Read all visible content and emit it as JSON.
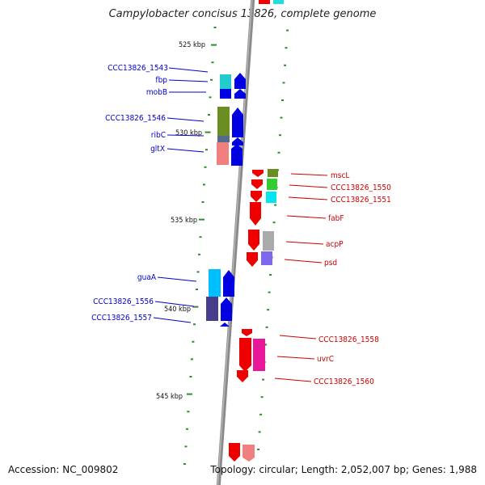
{
  "title": "Campylobacter concisus 13826, complete genome",
  "footer": {
    "accession": "Accession: NC_009802",
    "topology": "Topology: circular; Length: 2,052,007 bp; Genes: 1,988"
  },
  "colors": {
    "plus_strand_label": "#0000cc",
    "minus_strand_label": "#cc0000",
    "plus_arrow": "#0000e0",
    "minus_arrow": "#ee0000",
    "backbone": "#888888",
    "tick": "#2e8b2e"
  },
  "scale_labels": [
    "525 kbp",
    "530 kbp",
    "535 kbp",
    "540 kbp",
    "545 kbp"
  ],
  "left_gene_labels": [
    "CCC13826_1543",
    "fbp",
    "mobB",
    "CCC13826_1546",
    "ribC",
    "gltX",
    "guaA",
    "CCC13826_1556",
    "CCC13826_1557"
  ],
  "right_gene_labels": [
    "mscL",
    "CCC13826_1550",
    "CCC13826_1551",
    "fabF",
    "acpP",
    "psd",
    "CCC13826_1558",
    "uvrC",
    "CCC13826_1560"
  ]
}
